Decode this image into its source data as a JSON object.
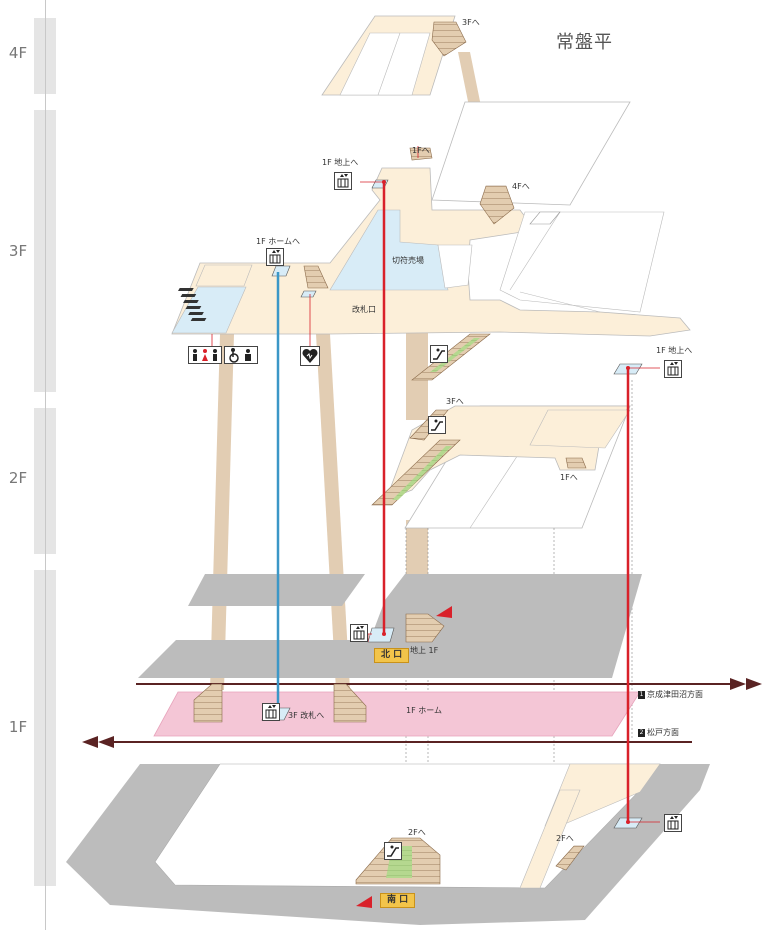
{
  "station_name": "常盤平",
  "floors": {
    "f4": "4F",
    "f3": "3F",
    "f2": "2F",
    "f1": "1F"
  },
  "labels": {
    "to_3f_top": "3Fへ",
    "to_4f": "4Fへ",
    "to_1f_mid": "1Fへ",
    "to_1f_ground_left": "1F 地上へ",
    "to_1f_platform": "1F ホームへ",
    "ticket_office": "切符売場",
    "gate": "改札口",
    "to_1f_ground_right": "1F 地上へ",
    "to_3f_2f": "3Fへ",
    "to_1f_2f": "1Fへ",
    "ground_1f": "地上 1F",
    "to_3f_gate": "3F 改札へ",
    "platform_1f": "1F ホーム",
    "to_2f_left": "2Fへ",
    "to_2f_right": "2Fへ"
  },
  "exits": {
    "north": "北 口",
    "south": "南 口"
  },
  "directions": [
    {
      "num": "1",
      "label": "京成津田沼方面"
    },
    {
      "num": "2",
      "label": "松戸方面"
    }
  ],
  "icons": {
    "elevator": "elevator-icon",
    "restroom": "restroom-icon",
    "accessible": "accessible-toilet-icon",
    "aed": "aed-icon",
    "escalator": "escalator-icon"
  },
  "colors": {
    "floor": "#fcefd9",
    "wall": "#ffffff",
    "blue_area": "#d8ecf7",
    "ground": "#bcbcbc",
    "platform": "#f4c6d6",
    "pillar": "#e2cdb3",
    "red_line": "#d9212a",
    "blue_line": "#3b97c7",
    "rail": "#5a2323",
    "badge": "#f2c44a"
  }
}
